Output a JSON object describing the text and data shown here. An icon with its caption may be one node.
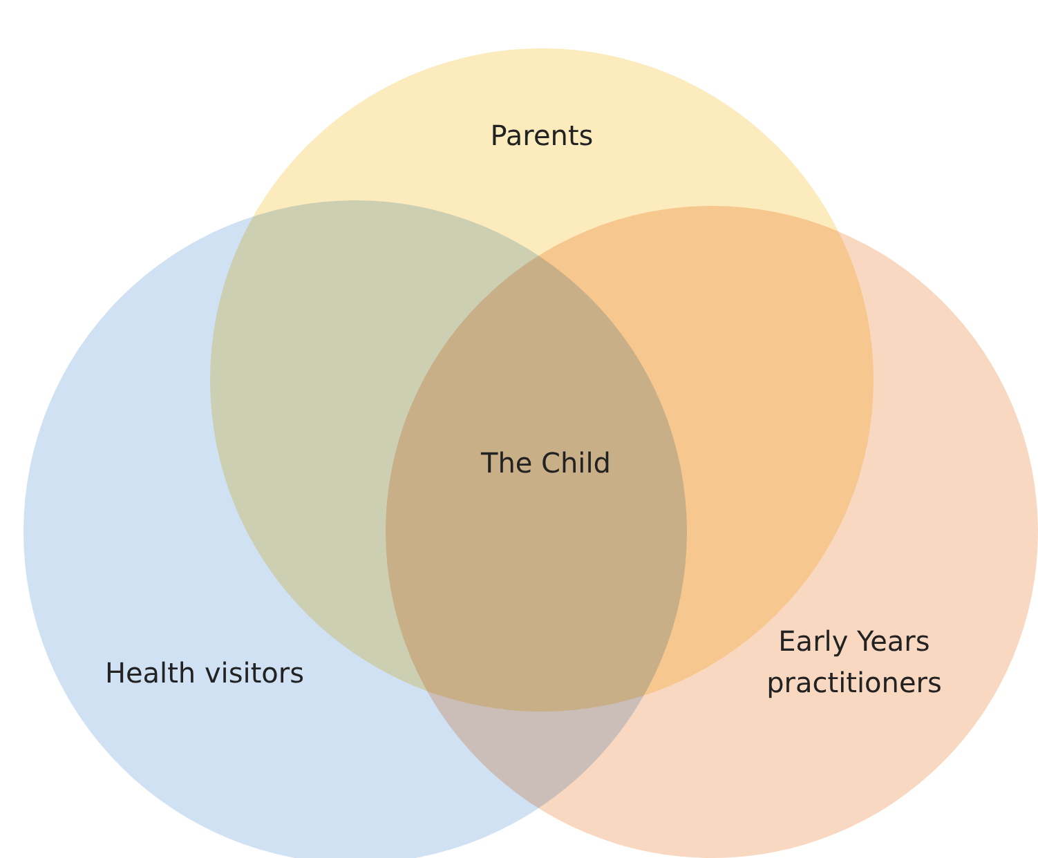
{
  "diagram": {
    "nodes": [
      {
        "text": [
          "Parents"
        ]
      },
      {
        "text": [
          "Health visitors"
        ]
      },
      {
        "text": [
          "Early Years practitioners"
        ]
      }
    ],
    "labels": [
      "The Child"
    ]
  }
}
